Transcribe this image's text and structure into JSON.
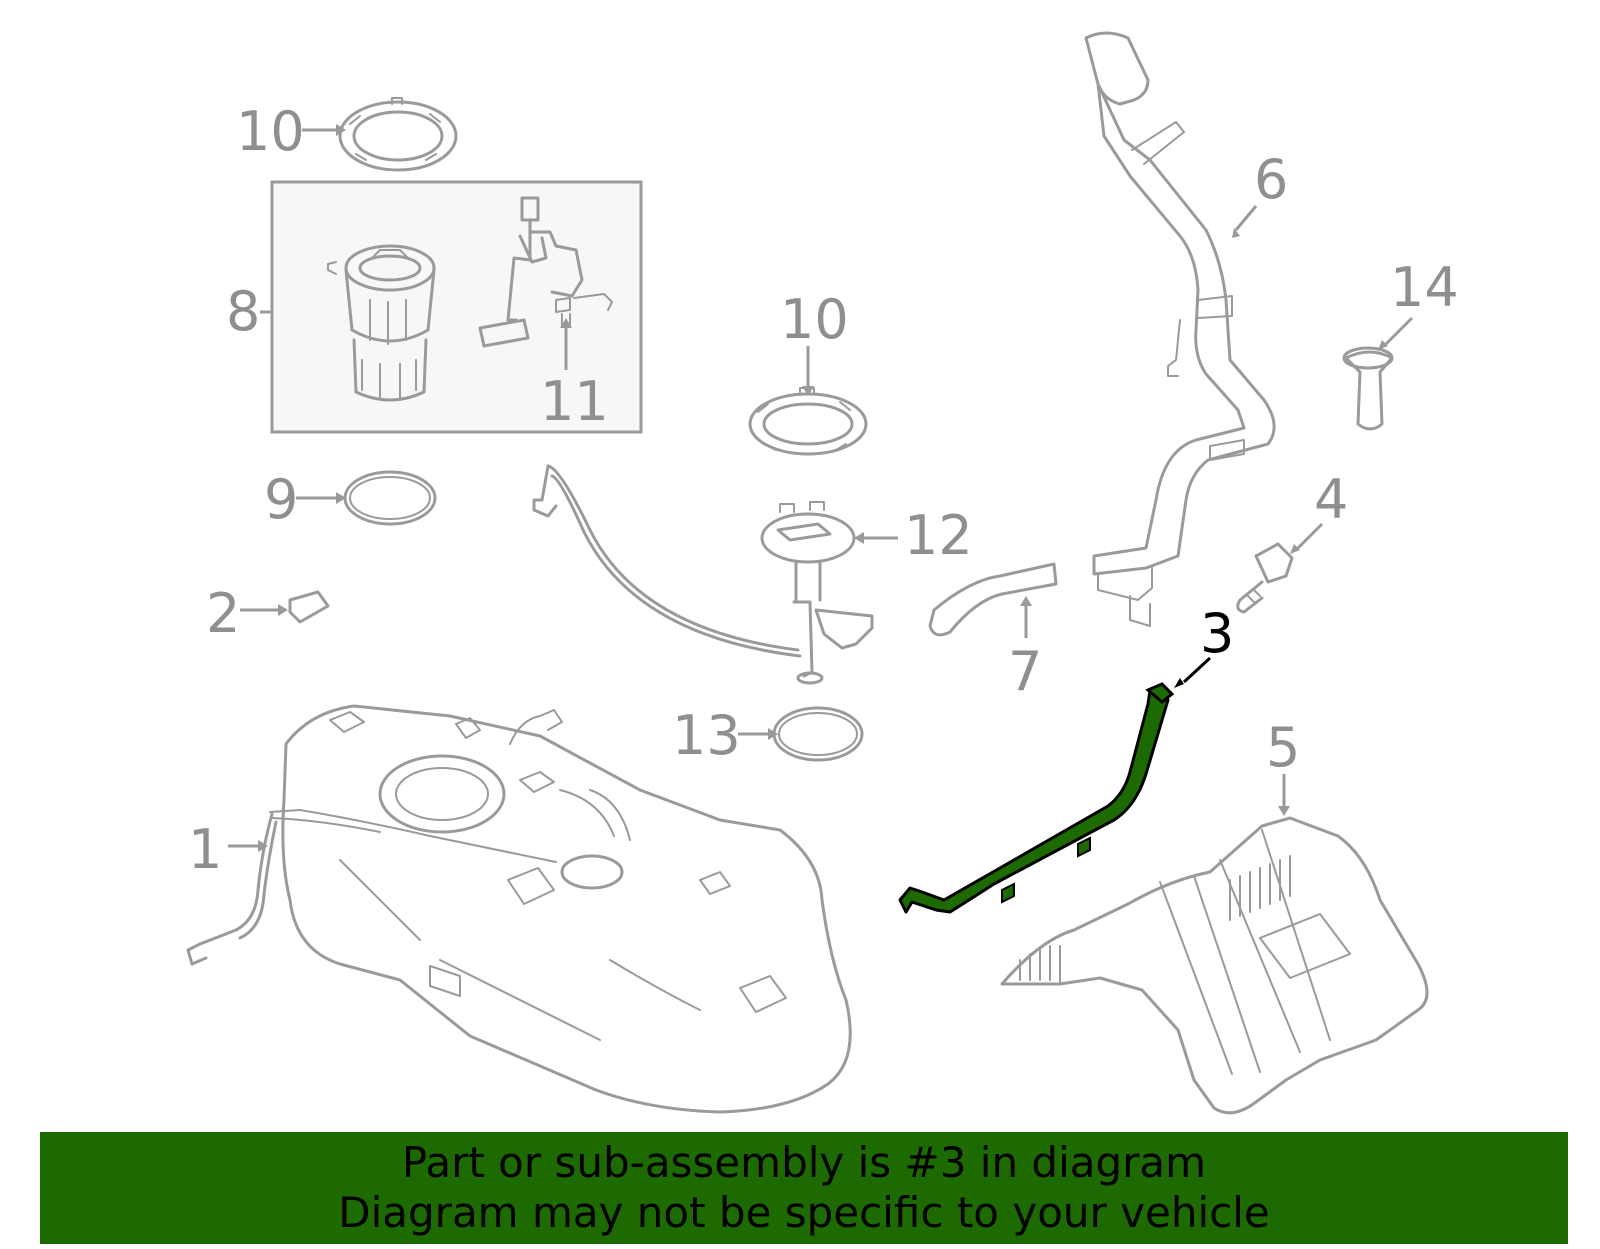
{
  "callouts": {
    "c1": "1",
    "c2": "2",
    "c3": "3",
    "c4": "4",
    "c5": "5",
    "c6": "6",
    "c7": "7",
    "c8": "8",
    "c9": "9",
    "c10a": "10",
    "c10b": "10",
    "c11": "11",
    "c12": "12",
    "c13": "13",
    "c14": "14"
  },
  "highlight": {
    "part_number": "3",
    "color": "#1d6b00",
    "outline_color": "#000000"
  },
  "footer": {
    "line1": "Part or sub-assembly is #3 in diagram",
    "line2": "Diagram may not be specific to your vehicle",
    "background": "#1d6b00"
  },
  "colors": {
    "part_stroke": "#9a9a9a",
    "callout_text": "#8f8f8f",
    "box_fill": "#f7f7f7"
  }
}
